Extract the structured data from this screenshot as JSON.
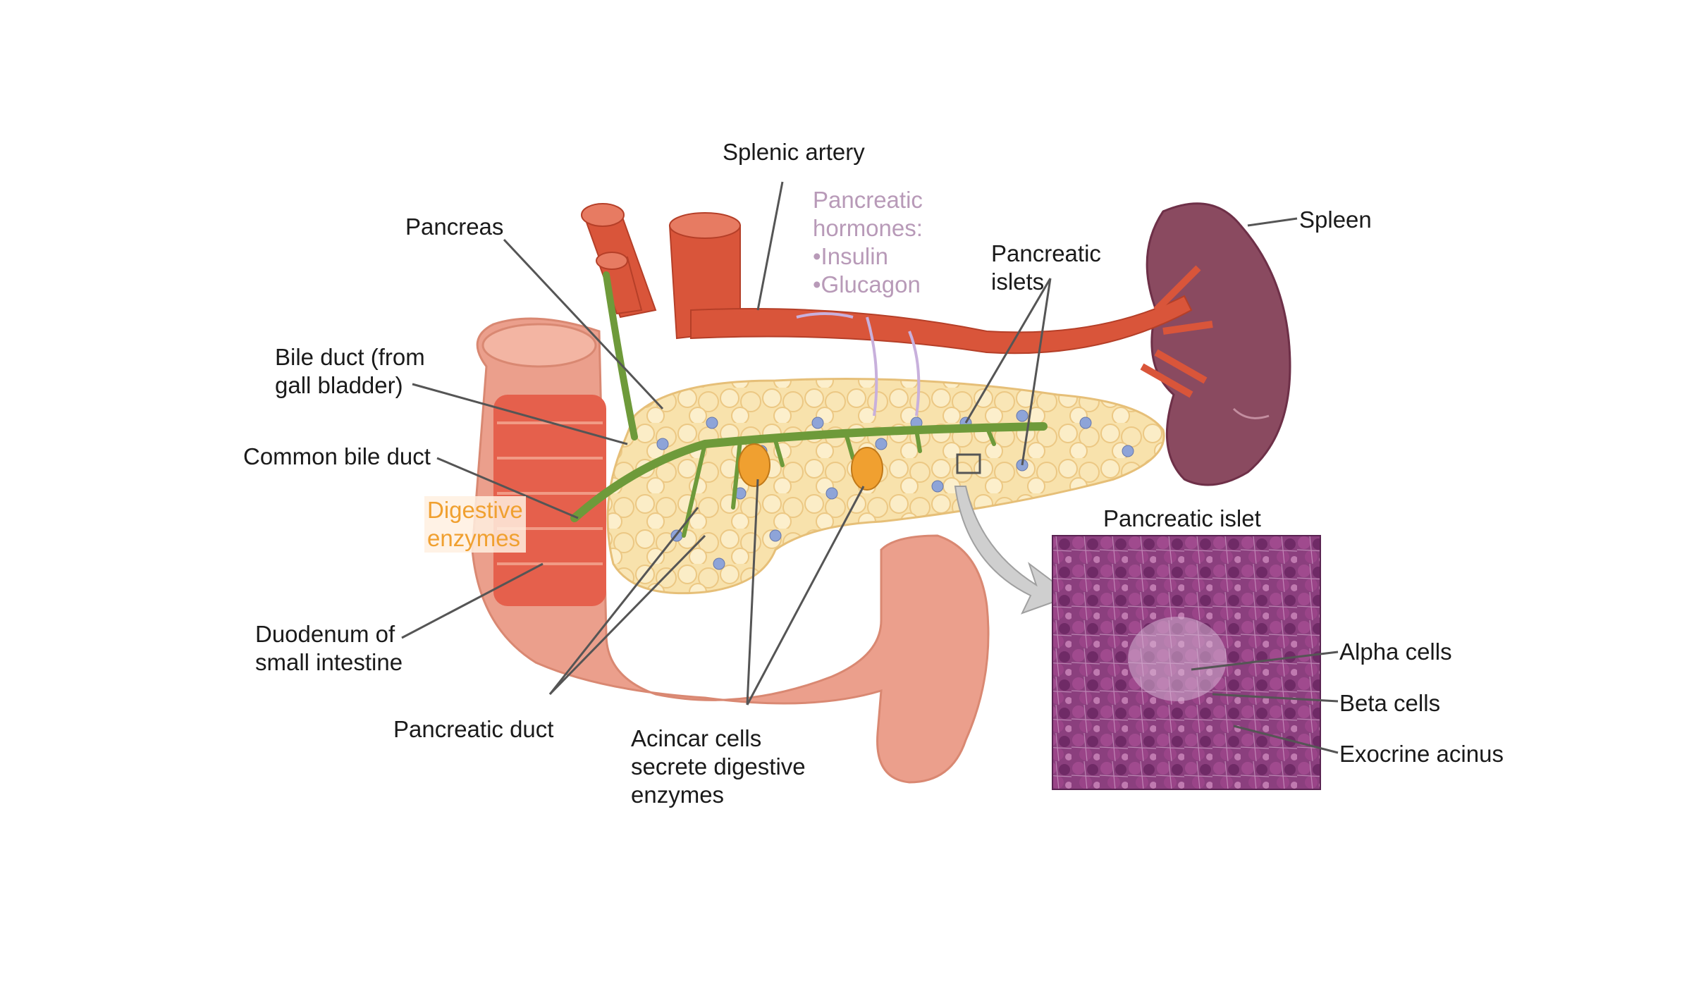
{
  "labels": {
    "splenic_artery": "Splenic artery",
    "pancreas": "Pancreas",
    "spleen": "Spleen",
    "pancreatic_hormones": [
      "Pancreatic",
      "hormones:",
      "•Insulin",
      "•Glucagon"
    ],
    "pancreatic_islets": [
      "Pancreatic",
      "islets"
    ],
    "bile_duct": [
      "Bile duct (from",
      "gall bladder)"
    ],
    "common_bile_duct": "Common bile duct",
    "digestive_enzymes": [
      "Digestive",
      "enzymes"
    ],
    "duodenum": [
      "Duodenum of",
      "small intestine"
    ],
    "pancreatic_duct": "Pancreatic duct",
    "acinar_cells": [
      "Acincar cells",
      "secrete digestive",
      "enzymes"
    ],
    "pancreatic_islet_title": "Pancreatic islet",
    "alpha_cells": "Alpha cells",
    "beta_cells": "Beta cells",
    "exocrine_acinus": "Exocrine acinus"
  },
  "colors": {
    "artery": "#d9553a",
    "duodenum": "#eb9f8c",
    "pancreas": "#f7dca0",
    "bile_duct": "#6e9a3a",
    "spleen": "#8a4a60",
    "islet_tissue": "#8b3f7e",
    "hormone_text": "#b89ab8",
    "enzyme_text": "#f0a030"
  }
}
